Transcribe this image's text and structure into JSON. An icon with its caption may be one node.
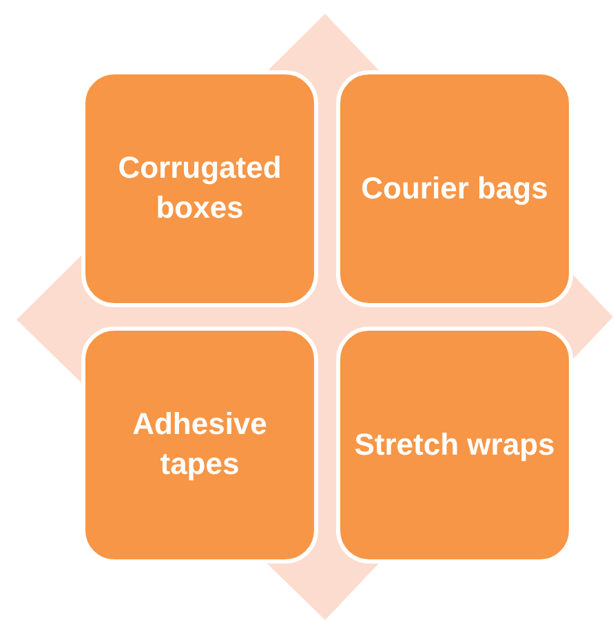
{
  "diagram": {
    "nodes": [
      {
        "text": [
          "Corrugated boxes"
        ]
      },
      {
        "text": [
          "Courier bags"
        ]
      },
      {
        "text": [
          "Adhesive tapes"
        ]
      },
      {
        "text": [
          "Stretch wraps"
        ]
      }
    ]
  }
}
